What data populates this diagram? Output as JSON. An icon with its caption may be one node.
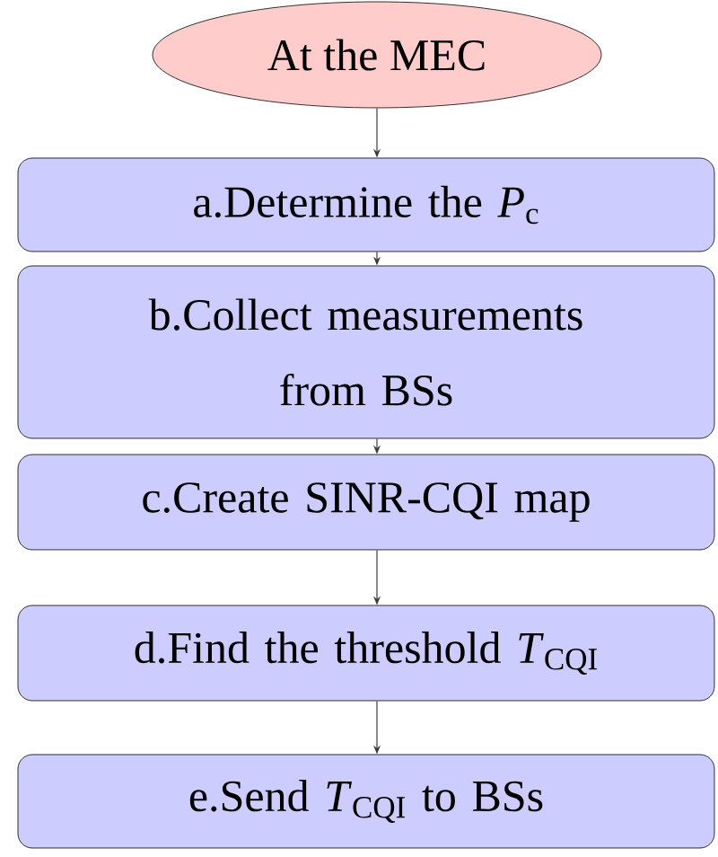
{
  "diagram": {
    "nodes": [
      {
        "text": [
          "At the MEC"
        ]
      },
      {
        "text": [
          "a.Determine the *P*$_{c}$"
        ]
      },
      {
        "text": [
          "b.Collect measurements from BSs"
        ]
      },
      {
        "text": [
          "c.Create SINR-CQI map"
        ]
      },
      {
        "text": [
          "d.Find the threshold *T*$_{CQI}$"
        ]
      },
      {
        "text": [
          "e.Send *T*$_{CQI}$ to BSs"
        ]
      }
    ],
    "edges": [
      {
        "from": 0,
        "to": 1,
        "arrow": "to"
      },
      {
        "from": 1,
        "to": 2,
        "arrow": "to"
      },
      {
        "from": 2,
        "to": 3,
        "arrow": "to"
      },
      {
        "from": 3,
        "to": 4,
        "arrow": "to"
      },
      {
        "from": 4,
        "to": 5,
        "arrow": "to"
      }
    ]
  }
}
